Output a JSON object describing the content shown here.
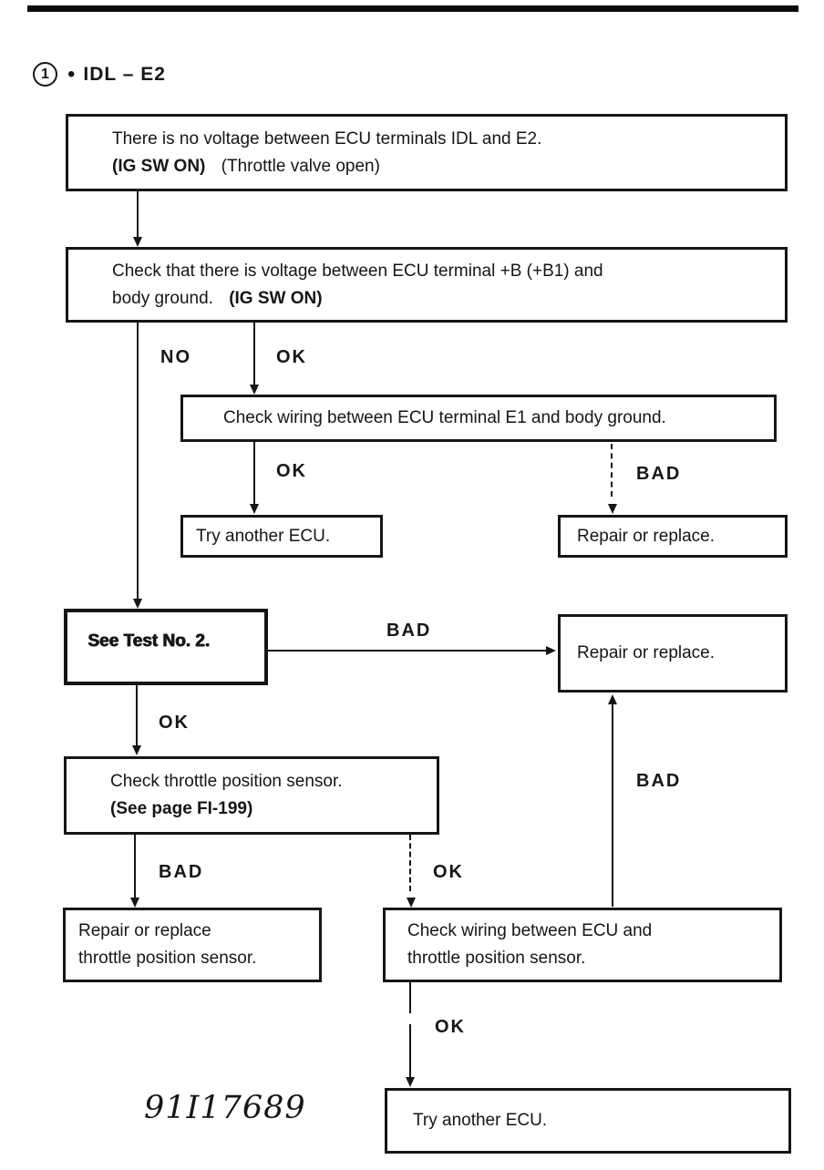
{
  "page": {
    "background": "#ffffff",
    "ink": "#161616"
  },
  "header": {
    "step_number": "1",
    "bullet": "•",
    "title": "IDL – E2"
  },
  "labels": {
    "no": "NO",
    "ok": "OK",
    "bad": "BAD"
  },
  "boxes": {
    "no_voltage": {
      "line1": "There is no voltage between ECU terminals IDL and E2.",
      "line2_bold": "(IG SW ON)",
      "line2_normal": "(Throttle valve open)"
    },
    "check_voltage": {
      "line1": "Check that there is voltage between ECU terminal +B (+B1) and",
      "line2_normal": "body ground.",
      "line2_bold": "(IG SW ON)"
    },
    "check_e1_wiring": {
      "line1": "Check wiring between ECU terminal E1 and body ground."
    },
    "try_another_ecu_1": {
      "line1": "Try another ECU."
    },
    "repair_or_replace_1": {
      "line1": "Repair or replace."
    },
    "see_test": {
      "line1": "See Test No. 2."
    },
    "repair_or_replace_2": {
      "line1": "Repair or replace."
    },
    "check_tps": {
      "line1": "Check throttle position sensor.",
      "line2": "(See page FI-199)"
    },
    "repair_tps": {
      "line1": "Repair or replace",
      "line2": "throttle position sensor."
    },
    "check_wiring_tps": {
      "line1": "Check wiring between ECU and",
      "line2": "throttle position sensor."
    },
    "try_another_ecu_2": {
      "line1": "Try another ECU."
    }
  },
  "footer": {
    "figure_number": "91I17689"
  }
}
